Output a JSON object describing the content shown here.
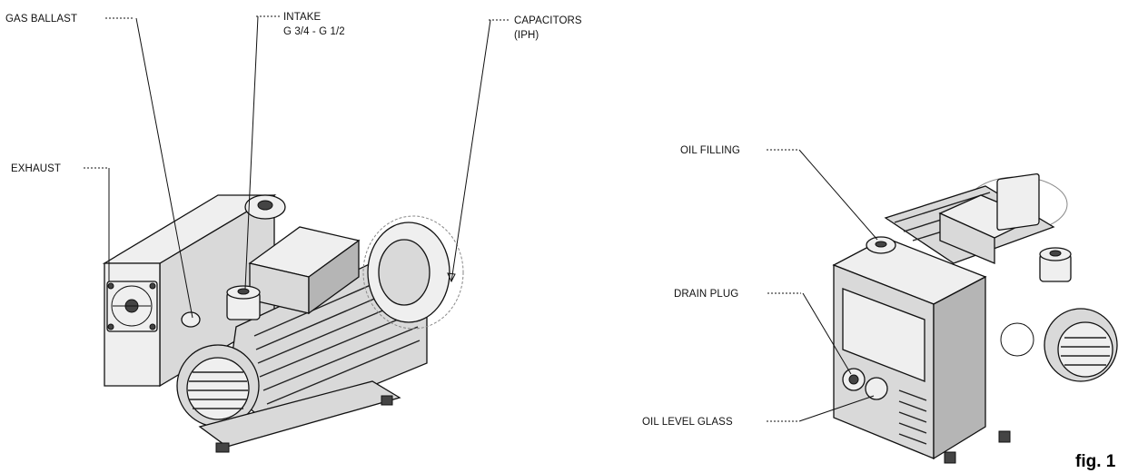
{
  "callouts": {
    "gas_ballast": "GAS BALLAST",
    "intake_line1": "INTAKE",
    "intake_line2": "G 3/4 - G 1/2",
    "capacitors_line1": "CAPACITORS",
    "capacitors_line2": "(IPH)",
    "exhaust": "EXHAUST",
    "oil_filling": "OIL FILLING",
    "drain_plug": "DRAIN PLUG",
    "oil_level_glass": "OIL LEVEL GLASS"
  },
  "figure_label": "fig. 1"
}
